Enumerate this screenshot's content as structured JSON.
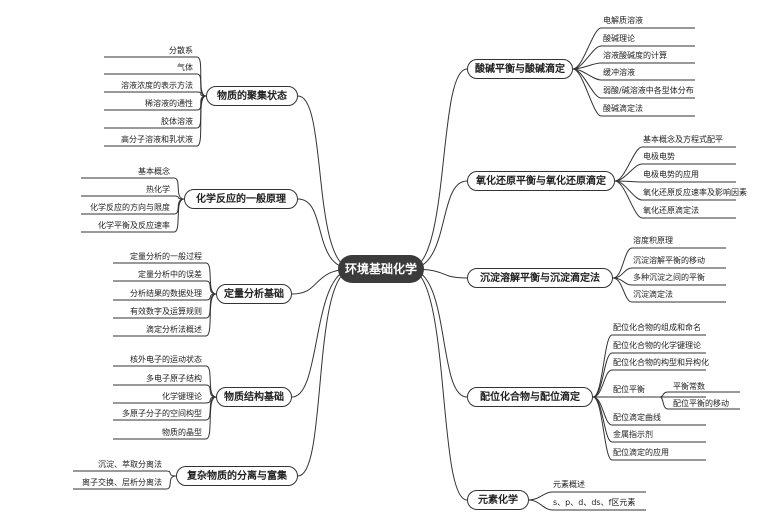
{
  "root": {
    "label": "环境基础化学"
  },
  "left_branches": [
    {
      "label": "物质的聚集状态",
      "leaves": [
        "分散系",
        "气体",
        "溶液浓度的表示方法",
        "稀溶液的通性",
        "胶体溶液",
        "高分子溶液和乳状液"
      ]
    },
    {
      "label": "化学反应的一般原理",
      "leaves": [
        "基本概念",
        "热化学",
        "化学反应的方向与限度",
        "化学平衡及反应速率"
      ]
    },
    {
      "label": "定量分析基础",
      "leaves": [
        "定量分析的一般过程",
        "定量分析中的误差",
        "分析结果的数据处理",
        "有效数字及运算规则",
        "滴定分析法概述"
      ]
    },
    {
      "label": "物质结构基础",
      "leaves": [
        "核外电子的运动状态",
        "多电子原子结构",
        "化学键理论",
        "多原子分子的空间构型",
        "物质的晶型"
      ]
    },
    {
      "label": "复杂物质的分离与富集",
      "leaves": [
        "沉淀、萃取分离法",
        "离子交换、层析分离法"
      ]
    }
  ],
  "right_branches": [
    {
      "label": "酸碱平衡与酸碱滴定",
      "leaves": [
        "电解质溶液",
        "酸碱理论",
        "溶液酸碱度的计算",
        "缓冲溶液",
        "弱酸/碱溶液中各型体分布",
        "酸碱滴定法"
      ]
    },
    {
      "label": "氧化还原平衡与氧化还原滴定",
      "leaves": [
        "基本概念及方程式配平",
        "电极电势",
        "电极电势的应用",
        "氧化还原反应速率及影响因素",
        "氧化还原滴定法"
      ]
    },
    {
      "label": "沉淀溶解平衡与沉淀滴定法",
      "leaves": [
        "溶度积原理",
        "沉淀溶解平衡的移动",
        "多种沉淀之间的平衡",
        "沉淀滴定法"
      ]
    },
    {
      "label": "配位化合物与配位滴定",
      "leaves": [
        "配位化合物的组成和命名",
        "配位化合物的化学键理论",
        "配位化合物的构型和异构化",
        "配位平衡",
        "配位滴定曲线",
        "金属指示剂",
        "配位滴定的应用"
      ],
      "subleaves": [
        "平衡常数",
        "配位平衡的移动"
      ]
    },
    {
      "label": "元素化学",
      "leaves": [
        "元素概述",
        "s、p、d、ds、f区元素"
      ]
    }
  ]
}
